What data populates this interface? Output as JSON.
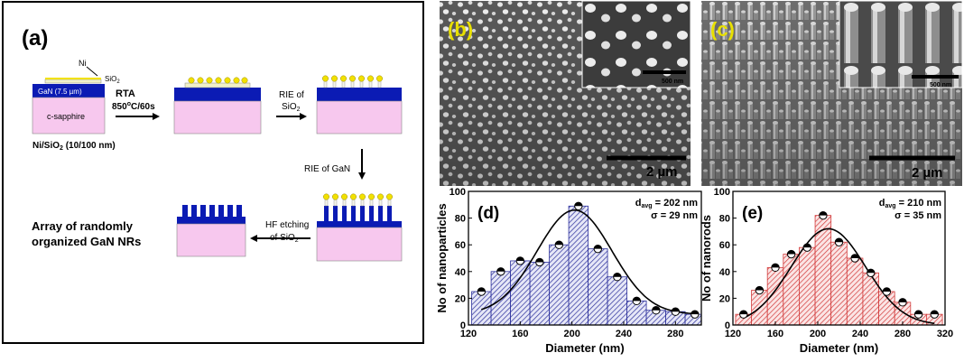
{
  "panel_a": {
    "label": "(a)",
    "ni": "Ni",
    "sio2_top": "SiO",
    "sio2_top_sub": "2",
    "gan_layer": "GaN (7.5 µm)",
    "substrate": "c-sapphire",
    "caption_left": "Ni/SiO",
    "caption_sub": "2",
    "caption_right": " (10/100 nm)",
    "rta_line1": "RTA",
    "rta_line2": "850",
    "rta_sup": "o",
    "rta_line3": "C/60s",
    "rie_sio2_line1": "RIE of",
    "rie_sio2_line2": "SiO",
    "rie_sio2_sub": "2",
    "rie_gan": "RIE of GaN",
    "hf_line1": "HF etching",
    "hf_line2": "of SiO",
    "hf_sub": "2",
    "result_line1": "Array of randomly",
    "result_line2": "organized GaN NRs",
    "colors": {
      "gan": "#0b1bb4",
      "sapphire": "#f7c8ee",
      "sio2": "#f0f0c8",
      "ni": "#f2e100"
    }
  },
  "panel_b": {
    "label": "(b)",
    "scale_main": "2 µm",
    "scale_inset": "500 nm"
  },
  "panel_c": {
    "label": "(c)",
    "scale_main": "2 µm",
    "scale_inset": "500 nm"
  },
  "chart_data": [
    {
      "type": "bar",
      "panel": "(d)",
      "xlabel": "Diameter (nm)",
      "ylabel": "No of nanoparticles",
      "xlim": [
        120,
        300
      ],
      "ylim": [
        0,
        100
      ],
      "xticks": [
        120,
        160,
        200,
        240,
        280
      ],
      "yticks": [
        0,
        20,
        40,
        60,
        80,
        100
      ],
      "bin_width": 15,
      "bins": [
        130,
        145,
        160,
        175,
        190,
        205,
        220,
        235,
        250,
        265,
        280,
        295
      ],
      "values": [
        25,
        40,
        48,
        47,
        60,
        89,
        57,
        36,
        18,
        11,
        10,
        8
      ],
      "annotation": {
        "davg_label": "d",
        "davg_sub": "avg",
        "davg_value": " = 202 nm",
        "sigma": "σ = 29 nm"
      },
      "fit": {
        "center": 202,
        "sigma": 29,
        "amplitude": 78,
        "offset": 8
      },
      "color": "#2b2f9b"
    },
    {
      "type": "bar",
      "panel": "(e)",
      "xlabel": "Diameter (nm)",
      "ylabel": "No of nanorods",
      "xlim": [
        120,
        320
      ],
      "ylim": [
        0,
        100
      ],
      "xticks": [
        120,
        160,
        200,
        240,
        280,
        320
      ],
      "yticks": [
        0,
        20,
        40,
        60,
        80,
        100
      ],
      "bin_width": 15,
      "bins": [
        130,
        145,
        160,
        175,
        190,
        205,
        220,
        235,
        250,
        265,
        280,
        295,
        310
      ],
      "values": [
        8,
        26,
        43,
        53,
        58,
        82,
        62,
        50,
        39,
        25,
        17,
        8,
        8
      ],
      "annotation": {
        "davg_label": "d",
        "davg_sub": "avg",
        "davg_value": " = 210 nm",
        "sigma": "σ = 35 nm"
      },
      "fit": {
        "center": 210,
        "sigma": 35,
        "amplitude": 72,
        "offset": 0
      },
      "color": "#d23a3a"
    }
  ]
}
